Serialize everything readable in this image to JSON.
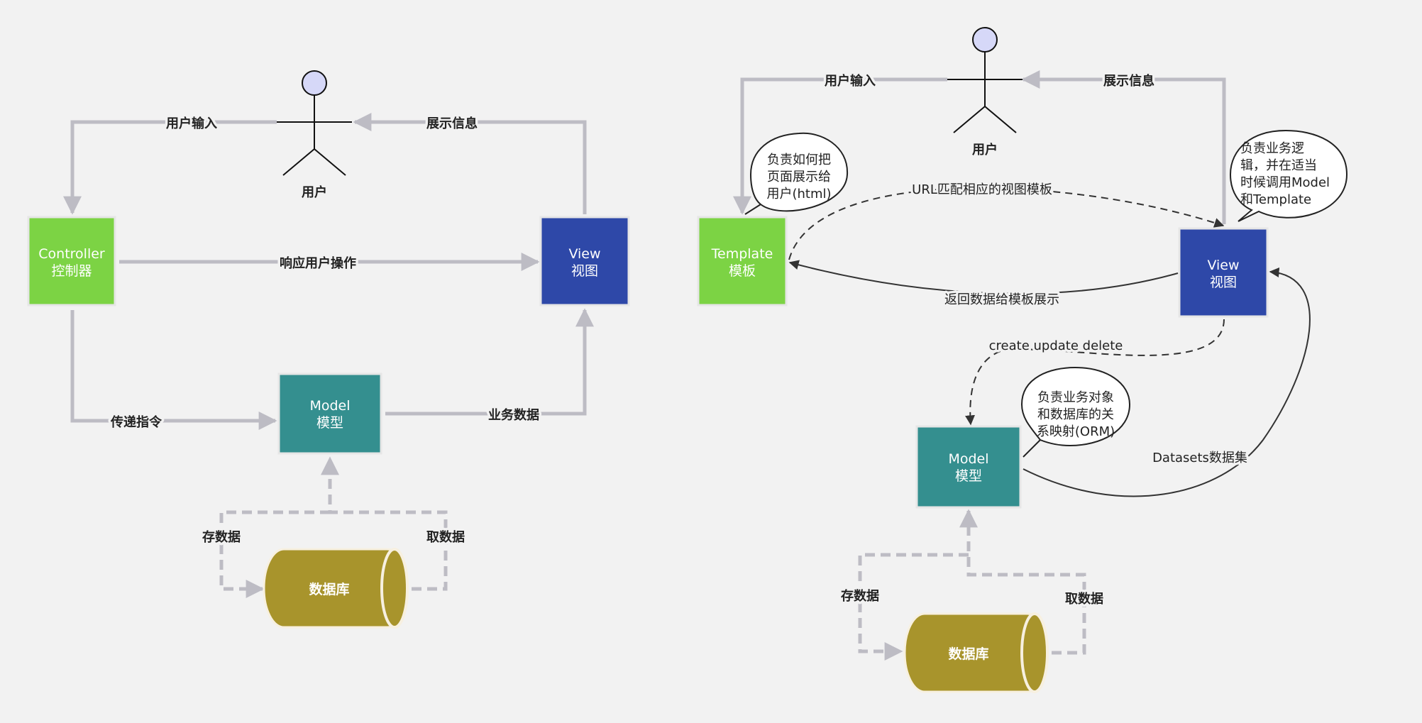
{
  "left": {
    "user": {
      "label": "用户"
    },
    "controller": {
      "line1": "Controller",
      "line2": "控制器",
      "color": "#7cd344"
    },
    "view": {
      "line1": "View",
      "line2": "视图",
      "color": "#2e48a8"
    },
    "model": {
      "line1": "Model",
      "line2": "模型",
      "color": "#348f8f"
    },
    "database": {
      "label": "数据库",
      "color": "#a8942c"
    },
    "edges": {
      "user_input": "用户输入",
      "show_info": "展示信息",
      "respond": "响应用户操作",
      "pass_cmd": "传递指令",
      "biz_data": "业务数据",
      "save": "存数据",
      "fetch": "取数据"
    }
  },
  "right": {
    "user": {
      "label": "用户"
    },
    "template": {
      "line1": "Template",
      "line2": "模板",
      "color": "#7cd344"
    },
    "view": {
      "line1": "View",
      "line2": "视图",
      "color": "#2e48a8"
    },
    "model": {
      "line1": "Model",
      "line2": "模型",
      "color": "#348f8f"
    },
    "database": {
      "label": "数据库",
      "color": "#a8942c"
    },
    "notes": {
      "template_note": [
        "负责如何把",
        "页面展示给",
        "用户(html)"
      ],
      "view_note": [
        "负责业务逻",
        "辑，并在适当",
        "时候调用Model",
        "和Template"
      ],
      "model_note": [
        "负责业务对象",
        "和数据库的关",
        "系映射(ORM)"
      ]
    },
    "edges": {
      "user_input": "用户输入",
      "show_info": "展示信息",
      "url_match": "URL匹配相应的视图模板",
      "return_data": "返回数据给模板展示",
      "cud": "create update delete",
      "datasets": "Datasets数据集",
      "save": "存数据",
      "fetch": "取数据"
    }
  }
}
